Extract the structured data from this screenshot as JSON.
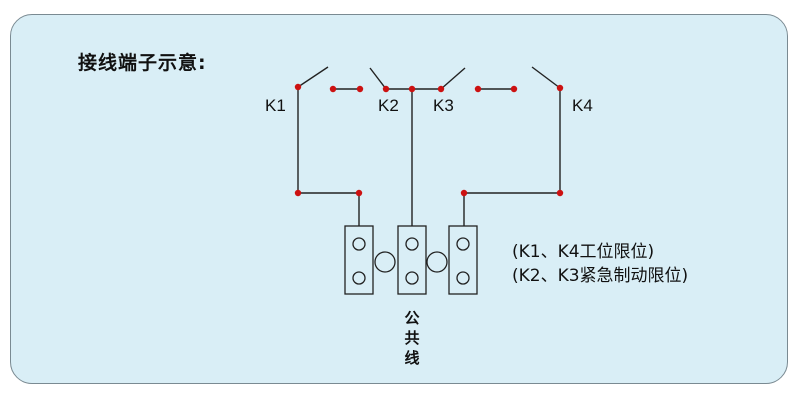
{
  "title": "接线端子示意:",
  "switches": {
    "k1": "K1",
    "k2": "K2",
    "k3": "K3",
    "k4": "K4"
  },
  "legend": {
    "line1": "(K1、K4工位限位)",
    "line2": "(K2、K3紧急制动限位)"
  },
  "common_terminal": {
    "char1": "公",
    "char2": "共",
    "char3": "线"
  },
  "colors": {
    "panel": "#d9eef6",
    "border": "#7a8a92",
    "wire": "#222222",
    "node": "#cc1111"
  }
}
